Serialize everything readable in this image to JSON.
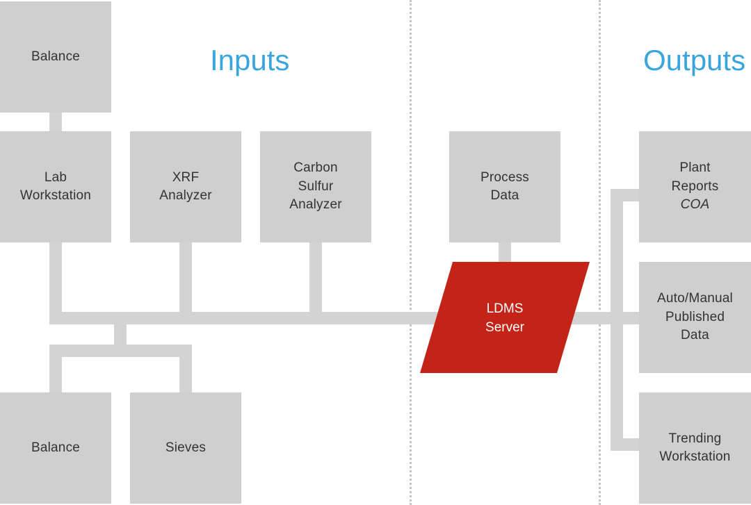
{
  "headings": {
    "inputs": "Inputs",
    "outputs": "Outputs"
  },
  "inputs": {
    "balance_top": [
      "Balance"
    ],
    "lab_workstation": [
      "Lab",
      "Workstation"
    ],
    "xrf_analyzer": [
      "XRF",
      "Analyzer"
    ],
    "carbon_sulfur_analyzer": [
      "Carbon",
      "Sulfur",
      "Analyzer"
    ],
    "balance_bottom": [
      "Balance"
    ],
    "sieves": [
      "Sieves"
    ]
  },
  "center": {
    "process_data": [
      "Process",
      "Data"
    ],
    "ldms_server": [
      "LDMS",
      "Server"
    ]
  },
  "outputs": {
    "plant_reports": [
      "Plant",
      "Reports"
    ],
    "plant_reports_sub": "COA",
    "published_data": [
      "Auto/Manual",
      "Published",
      "Data"
    ],
    "trending_workstation": [
      "Trending",
      "Workstation"
    ]
  },
  "colors": {
    "box": "#cfcfcf",
    "connector": "#d3d3d3",
    "server": "#c42418",
    "heading": "#3aa5dc",
    "divider": "#c4c4c4"
  }
}
